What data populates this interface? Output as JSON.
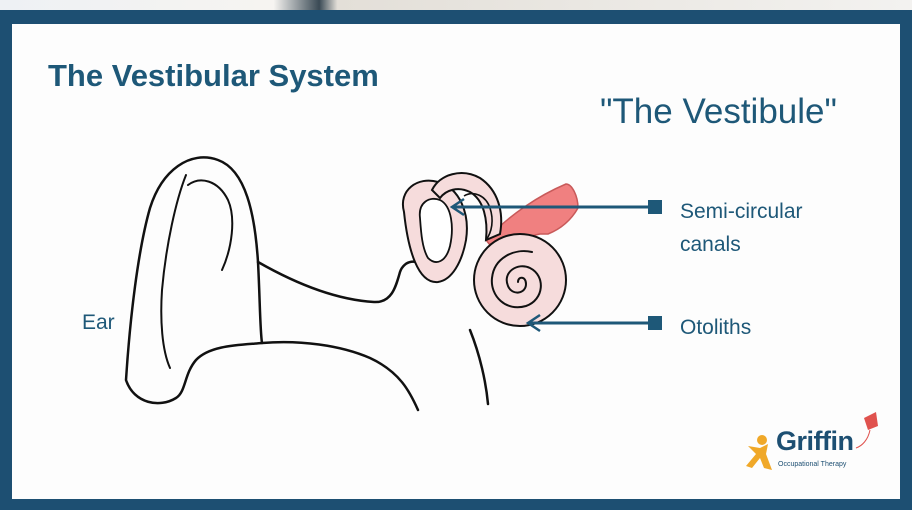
{
  "title": "The Vestibular System",
  "subtitle": "\"The Vestibule\"",
  "labels": {
    "ear": "Ear",
    "semicircular_line1": "Semi-circular",
    "semicircular_line2": "canals",
    "otoliths": "Otoliths"
  },
  "logo": {
    "name": "Griffin",
    "tagline": "Occupational Therapy"
  },
  "colors": {
    "accent": "#1e5878",
    "frame": "#1d4f72",
    "inner_ear_fill": "#f6dcdc",
    "nerve_fill": "#f08080",
    "logo_figure": "#f0a828",
    "logo_kite": "#e0524e"
  }
}
